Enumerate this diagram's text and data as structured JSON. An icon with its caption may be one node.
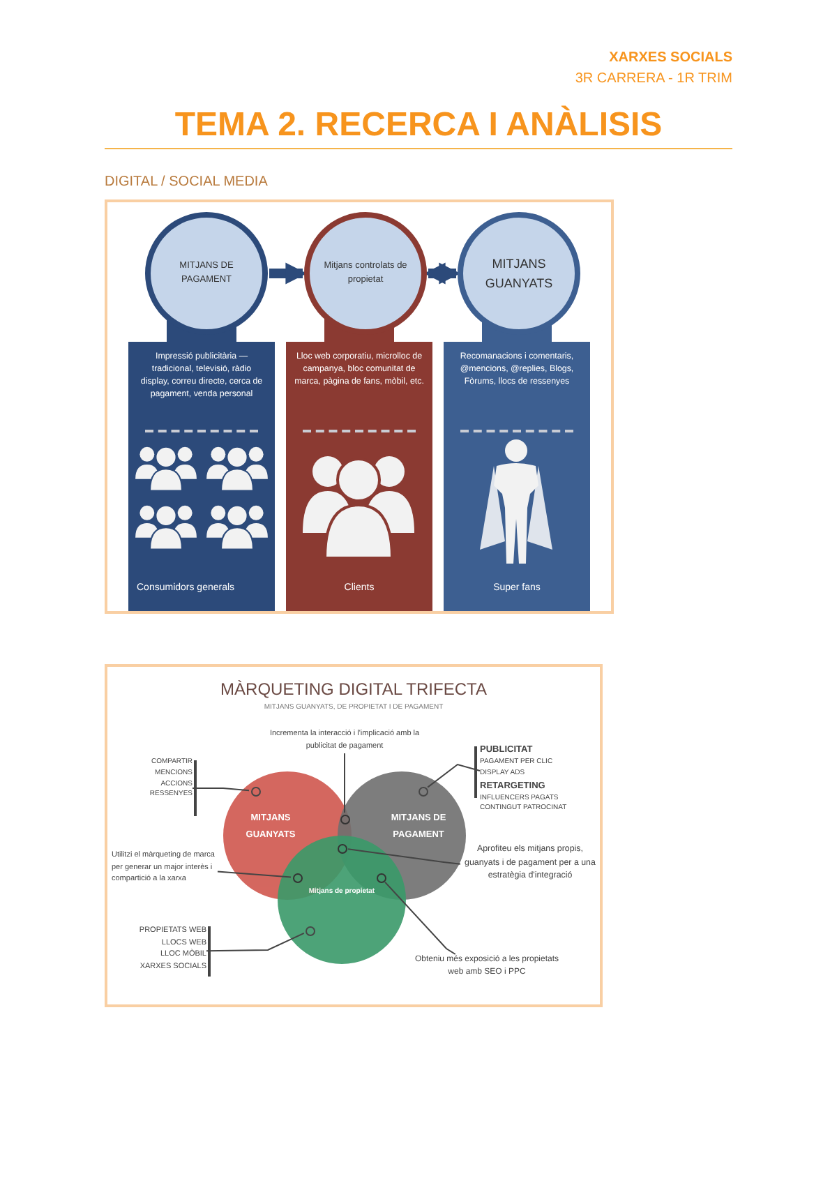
{
  "diagram": {
    "title": "TEMA 2. RECERCA I ANÀLISIS",
    "nodes": [
      {
        "text": [
          "MITJANS DE PAGAMENT"
        ]
      },
      {
        "text": [
          "Mitjans controlats de propietat"
        ]
      },
      {
        "text": [
          "MITJANS GUANYATS"
        ]
      },
      {
        "text": [
          "Impressió publicitària — tradicional, televisió, ràdio display, correu directe, cerca de pagament, venda personal",
          "Consumidors generals"
        ]
      },
      {
        "text": [
          "Lloc web corporatiu, microlloc de campanya, bloc comunitat de marca, pàgina de fans, mòbil, etc.",
          "Clients"
        ]
      },
      {
        "text": [
          "Recomanacions i comentaris, @mencions, @replies, Blogs, Fòrums, llocs de ressenyes",
          "Super fans"
        ]
      },
      {
        "text": [
          "MITJANS GUANYATS"
        ]
      },
      {
        "text": [
          "MITJANS DE PAGAMENT"
        ]
      },
      {
        "text": [
          "Mitjans de propietat"
        ]
      },
      {
        "text": [
          "COMPARTIR",
          "MENCIONS",
          "ACCIONS",
          "RESSENYES"
        ]
      },
      {
        "text": [
          "Incrementa la interacció i l'implicació amb la publicitat de pagament"
        ]
      },
      {
        "text": [
          "PUBLICITAT",
          "PAGAMENT PER CLIC",
          "DISPLAY ADS",
          "RETARGETING",
          "INFLUENCERS PAGATS",
          "CONTINGUT PATROCINAT"
        ]
      },
      {
        "text": [
          "Utilitzi el màrqueting de marca per generar un major interès i compartició a la xarxa"
        ]
      },
      {
        "text": [
          "Aprofiteu els mitjans propis, guanyats i de pagament per a una estratègia d'integració"
        ]
      },
      {
        "text": [
          "PROPIETATS WEB",
          "LLOCS WEB",
          "LLOC MÒBIL",
          "XARXES SOCIALS"
        ]
      },
      {
        "text": [
          "Obteniu més exposició a les propietats web amb SEO i PPC"
        ]
      },
      {
        "text": [],
        "shape": "circle",
        "in": 6
      },
      {
        "text": [],
        "shape": "circle",
        "in": 7
      },
      {
        "text": [],
        "shape": "circle"
      },
      {
        "text": [],
        "shape": "circle"
      },
      {
        "text": [],
        "shape": "circle"
      },
      {
        "text": [],
        "shape": "circle"
      },
      {
        "text": [],
        "shape": "circle",
        "in": 8
      }
    ],
    "edges": [
      {
        "from": 0,
        "to": 1,
        "arrow": "to",
        "style": "thick",
        "color": "#2c4a7a"
      },
      {
        "from": 1,
        "to": 2,
        "arrow": "both",
        "style": "thick",
        "color": "#2c4a7a"
      },
      {
        "from": 9,
        "to": 16,
        "arrow": "none"
      },
      {
        "from": 11,
        "to": 17,
        "arrow": "none"
      },
      {
        "from": 10,
        "to": 18,
        "arrow": "none"
      },
      {
        "from": 13,
        "to": 19,
        "arrow": "none"
      },
      {
        "from": 12,
        "to": 20,
        "arrow": "none"
      },
      {
        "from": 15,
        "to": 21,
        "arrow": "none"
      },
      {
        "from": 14,
        "to": 22,
        "arrow": "none"
      }
    ],
    "labels": [
      "XARXES SOCIALS",
      "3R CARRERA - 1R TRIM",
      "DIGITAL / SOCIAL MEDIA",
      "MÀRQUETING DIGITAL TRIFECTA",
      "MITJANS GUANYATS, DE PROPIETAT I DE PAGAMENT"
    ]
  }
}
